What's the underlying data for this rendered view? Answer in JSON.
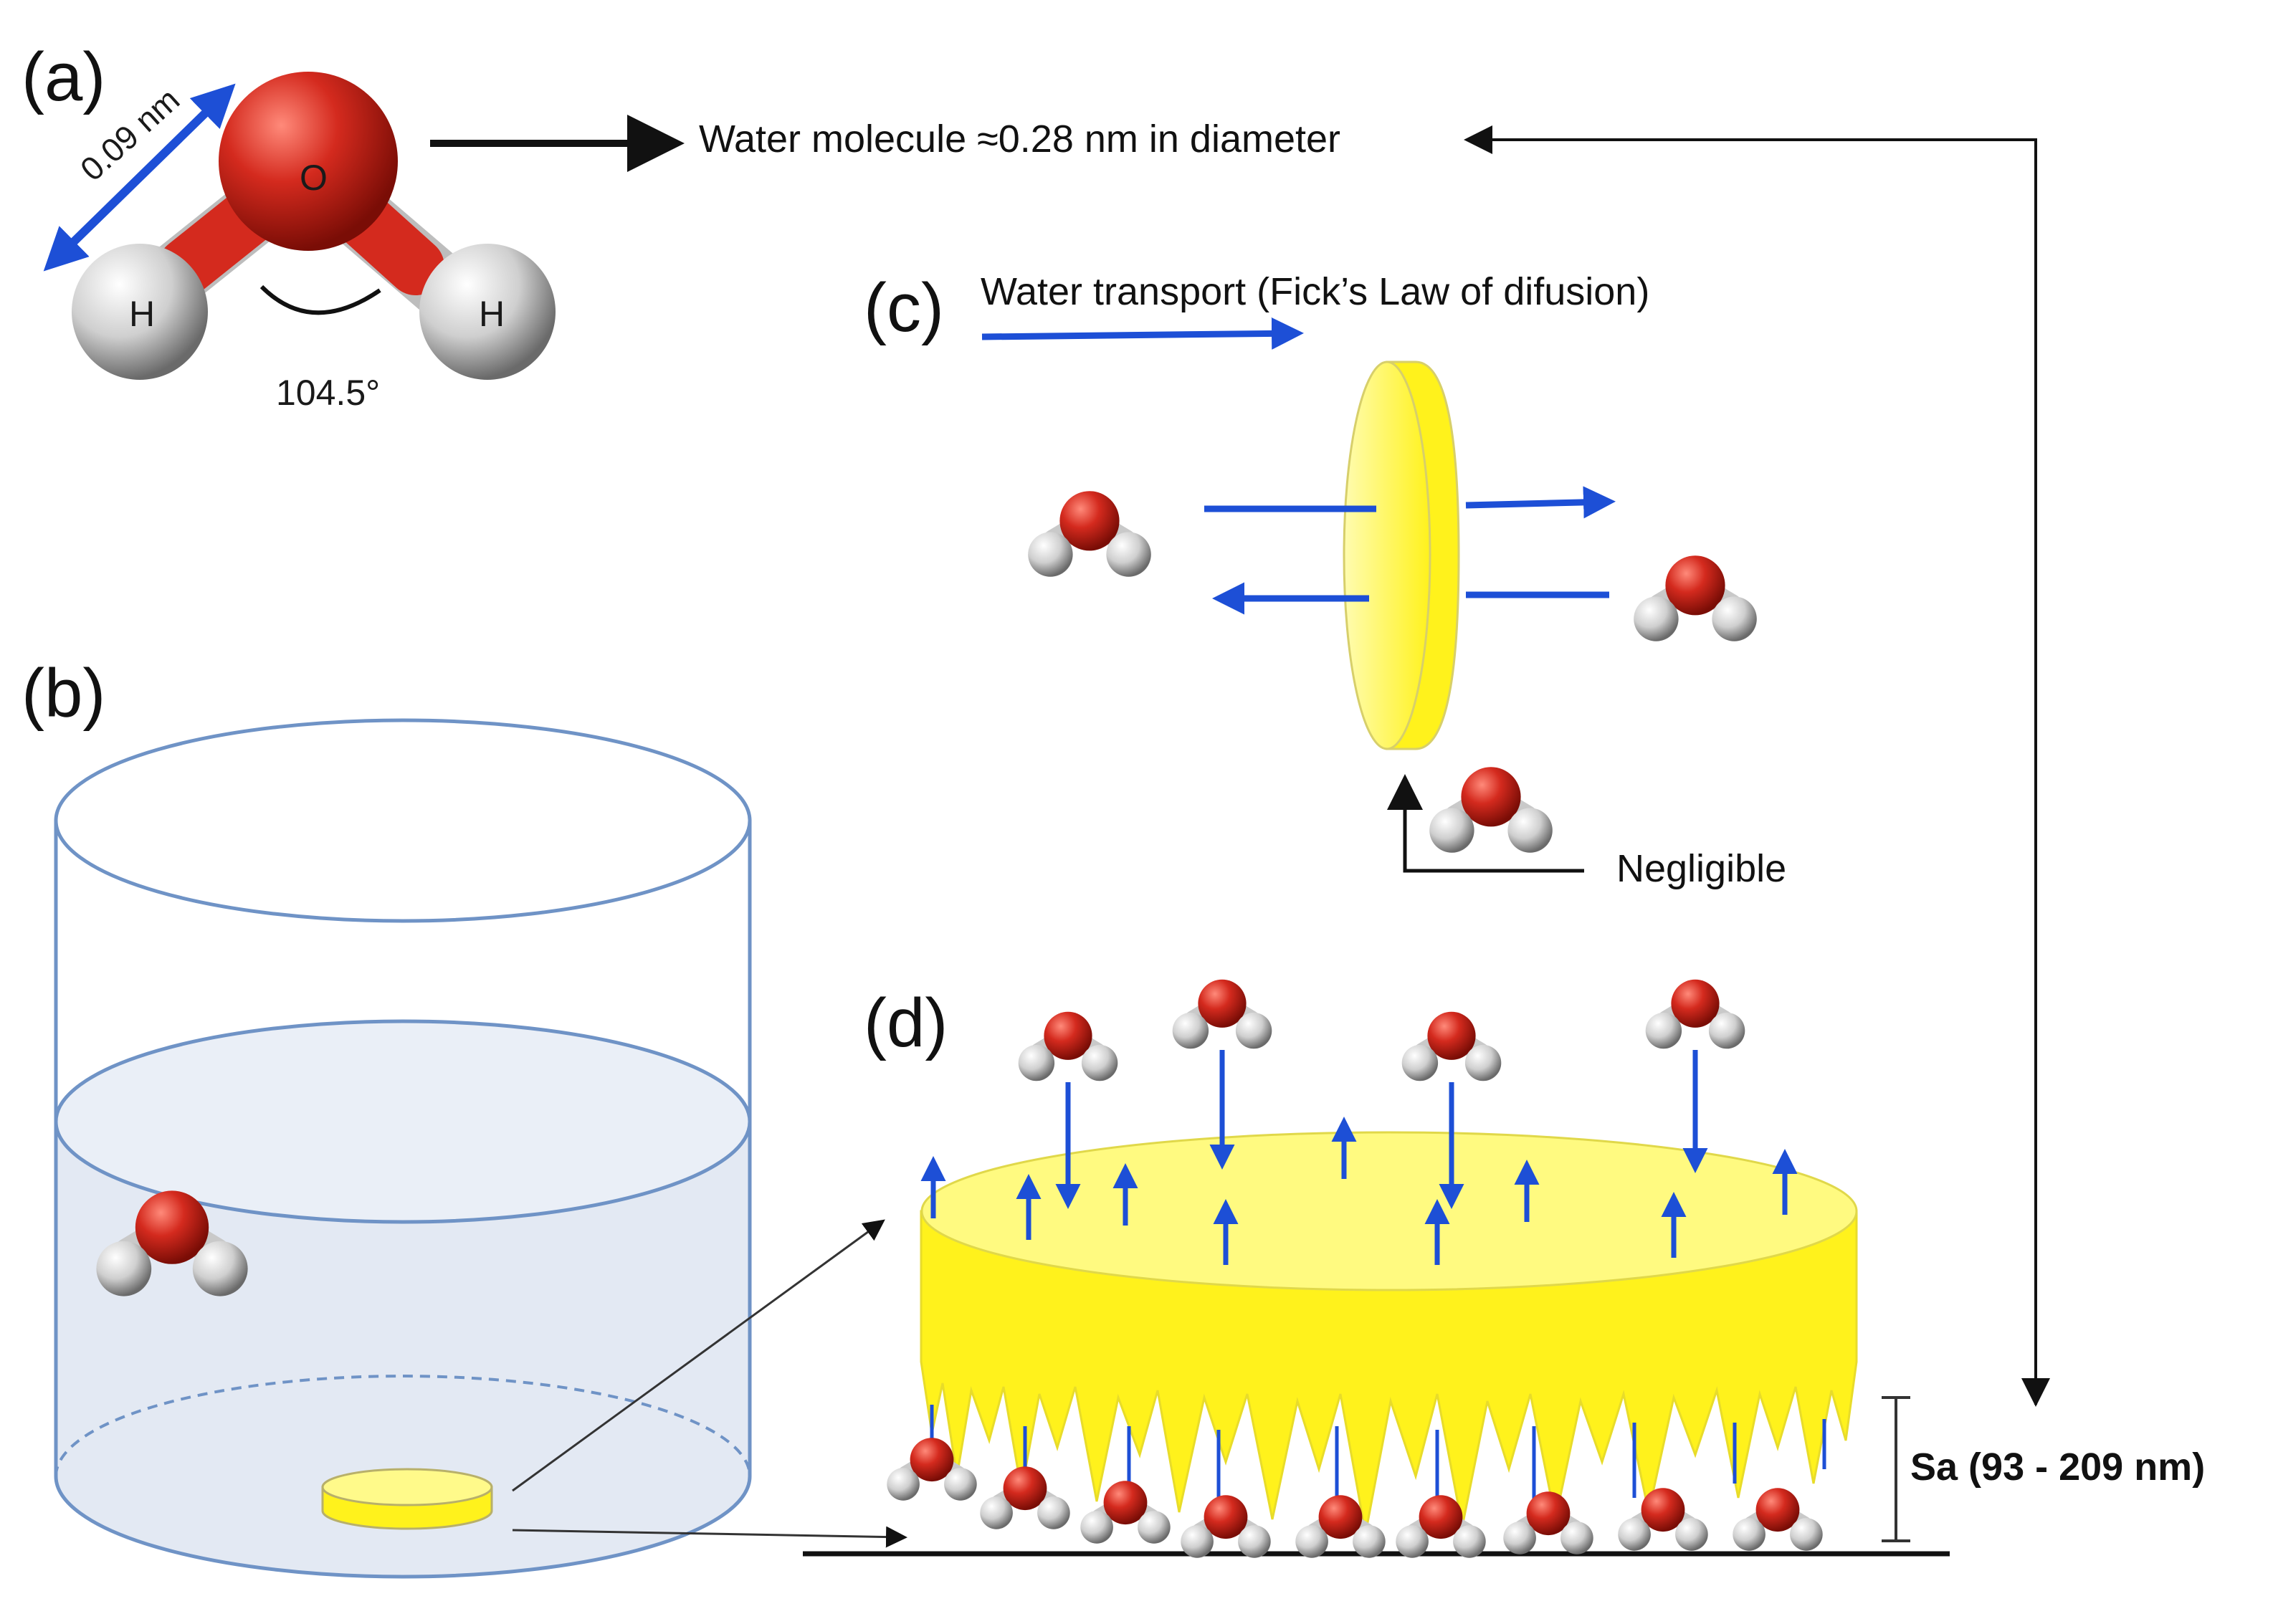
{
  "panels": {
    "a": "(a)",
    "b": "(b)",
    "c": "(c)",
    "d": "(d)"
  },
  "molecule": {
    "oxygen": "O",
    "hydrogen_left": "H",
    "hydrogen_right": "H",
    "bond_length": "0.09 nm",
    "bond_angle": "104.5°"
  },
  "labels": {
    "diameter": "Water molecule ≈0.28 nm in diameter",
    "transport": "Water transport (Fick’s Law of difusion)",
    "negligible": "Negligible",
    "roughness": "Sa (93 - 209 nm)"
  },
  "colors": {
    "oxygen": "#d42a1e",
    "hydrogen": "#d9d9d9",
    "arrow_blue": "#1d4fd6",
    "sample_yellow": "#fff21c",
    "container_edge": "#6f93c6",
    "water_fill": "#e3e9f3"
  }
}
